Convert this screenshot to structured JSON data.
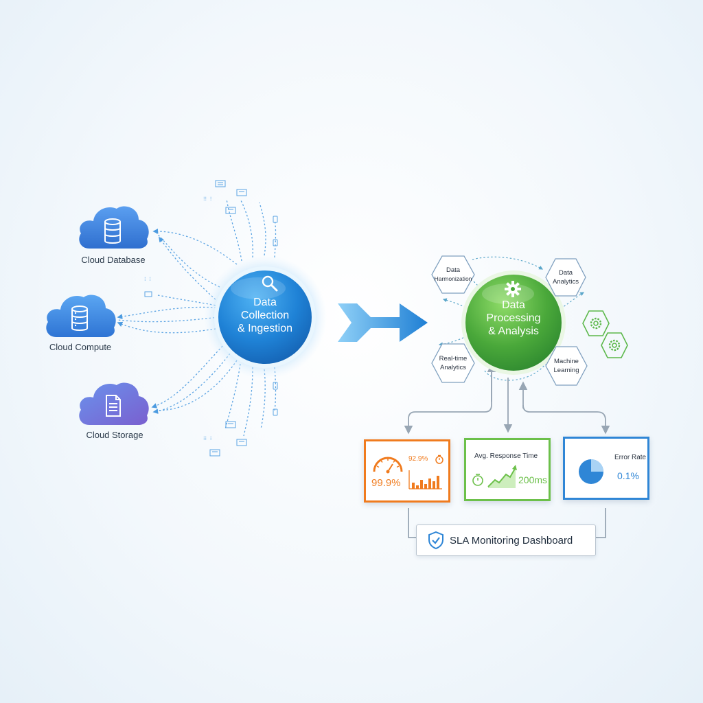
{
  "sources": [
    {
      "label": "Cloud Database",
      "icon": "database-icon"
    },
    {
      "label": "Cloud Compute",
      "icon": "server-icon"
    },
    {
      "label": "Cloud Storage",
      "icon": "document-icon"
    }
  ],
  "ingestion_hub": {
    "line1": "Data",
    "line2": "Collection",
    "line3": "& Ingestion",
    "icon": "magnifier-icon"
  },
  "processing_hub": {
    "line1": "Data",
    "line2": "Processing",
    "line3": "& Analysis",
    "icon": "gear-icon"
  },
  "processing_nodes": {
    "harmonization": {
      "line1": "Data",
      "line2": "Harmonization"
    },
    "analytics": {
      "line1": "Data",
      "line2": "Analytics"
    },
    "realtime": {
      "line1": "Real-time",
      "line2": "Analytics"
    },
    "ml": {
      "line1": "Machine",
      "line2": "Learning"
    }
  },
  "metrics": {
    "uptime": {
      "gauge_value": "99.9%",
      "small_value": "92.9%",
      "color": "#f07b1e"
    },
    "response": {
      "title": "Avg. Response Time",
      "value": "200ms",
      "color": "#6cc04a"
    },
    "error": {
      "title": "Error Rate",
      "value": "0.1%",
      "color": "#2f86d6",
      "pie_fraction": 0.25
    }
  },
  "dashboard": {
    "label": "SLA Monitoring Dashboard",
    "icon": "shield-check-icon"
  },
  "colors": {
    "blue_hub": "#1f7fd4",
    "green_hub": "#4aa83a",
    "cloud": "#3f82dc",
    "arrow": "#2a8ae0"
  }
}
